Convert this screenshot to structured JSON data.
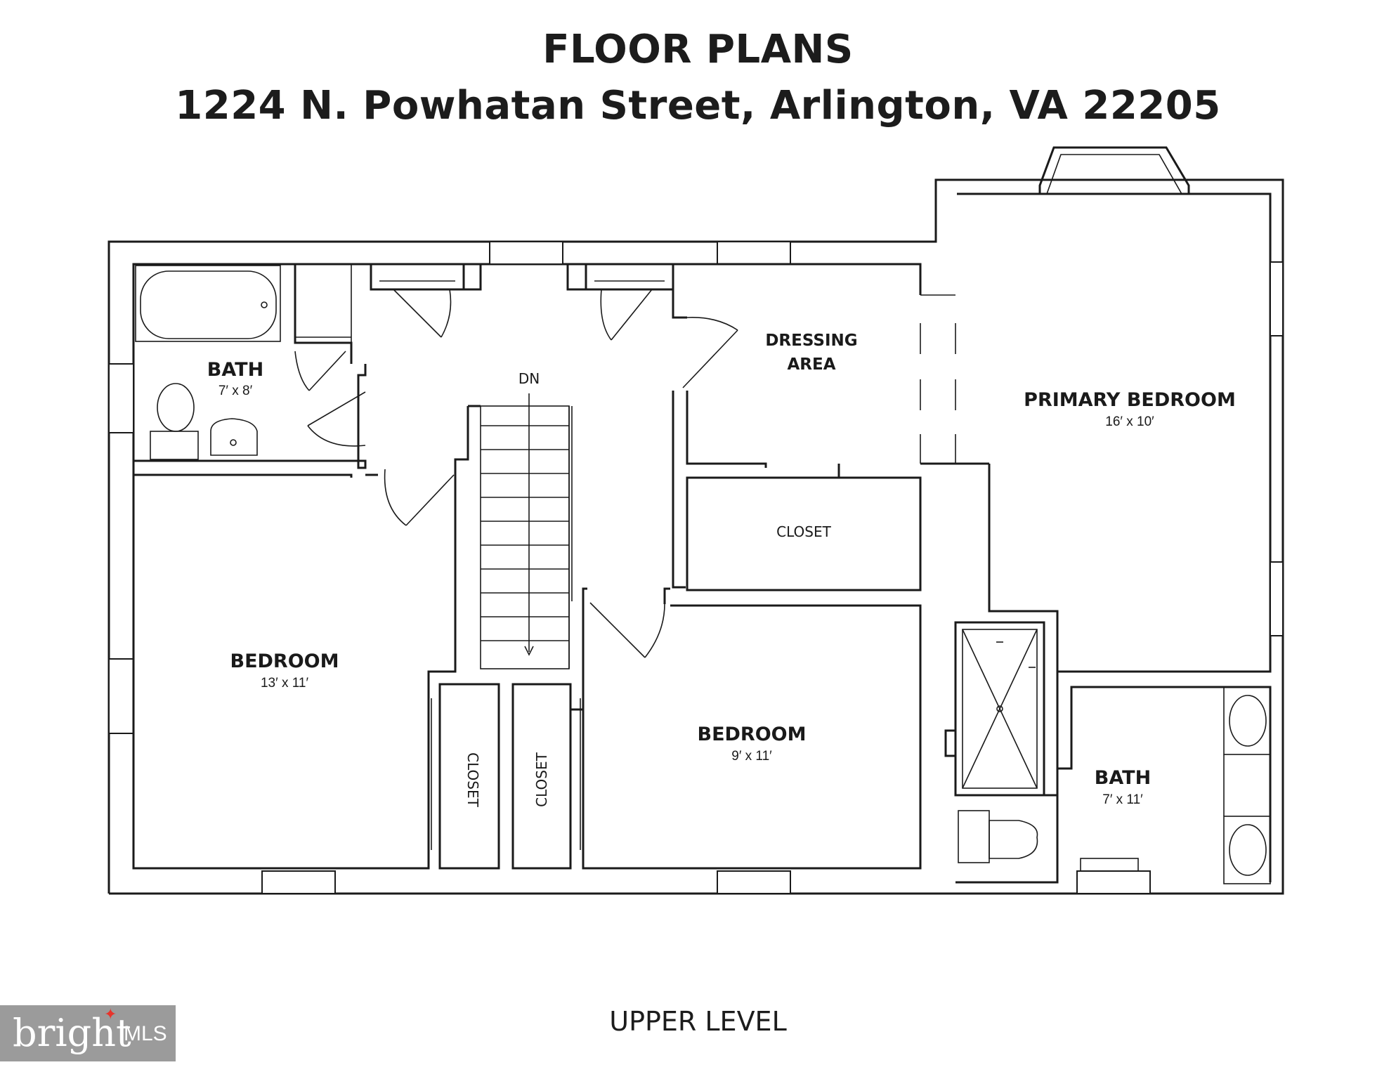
{
  "header": {
    "title": "FLOOR PLANS",
    "address": "1224 N. Powhatan Street, Arlington, VA 22205"
  },
  "level": "UPPER LEVEL",
  "rooms": {
    "bath1": {
      "name": "BATH",
      "dim": "7′ x 8′"
    },
    "bedroom1": {
      "name": "BEDROOM",
      "dim": "13′ x 11′"
    },
    "bedroom2": {
      "name": "BEDROOM",
      "dim": "9′ x 11′"
    },
    "dressing": {
      "line1": "DRESSING",
      "line2": "AREA"
    },
    "closet_main": "CLOSET",
    "closet_a": "CLOSET",
    "closet_b": "CLOSET",
    "primary": {
      "name": "PRIMARY BEDROOM",
      "dim": "16′ x 10′"
    },
    "bath2": {
      "name": "BATH",
      "dim": "7′ x 11′"
    }
  },
  "stairs_label": "DN",
  "logo": {
    "text": "bright",
    "suffix": "MLS"
  }
}
